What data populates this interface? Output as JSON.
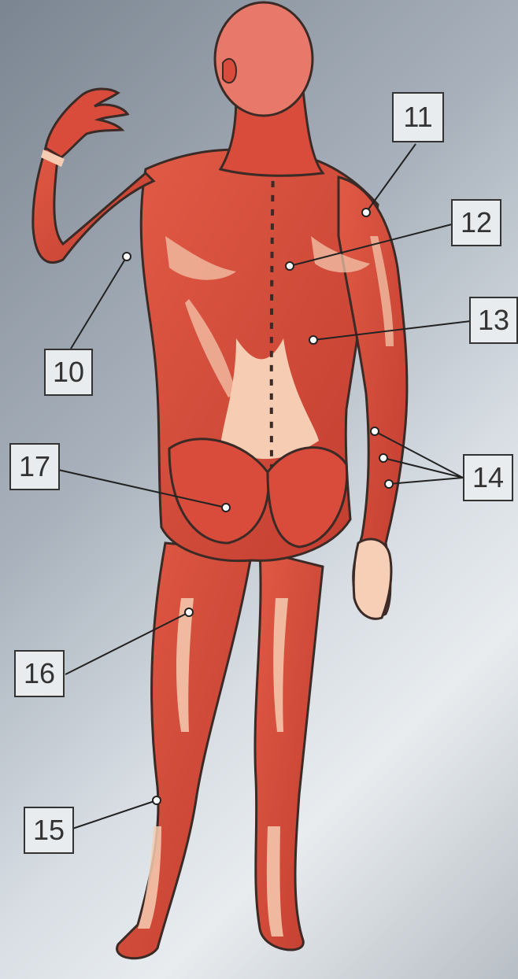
{
  "figure": {
    "subject": "posterior view of human muscular system",
    "colors": {
      "muscle": "#d94c3b",
      "muscle_dark": "#b8352a",
      "tendon": "#f6cdb2",
      "skin": "#f7cfb6",
      "outline": "#3b2a26",
      "label_bg": "#e8ecef",
      "label_border": "#333333",
      "leader": "#222222",
      "point": "#ffffff"
    }
  },
  "labels": [
    {
      "id": "10",
      "text": "10"
    },
    {
      "id": "11",
      "text": "11"
    },
    {
      "id": "12",
      "text": "12"
    },
    {
      "id": "13",
      "text": "13"
    },
    {
      "id": "14",
      "text": "14"
    },
    {
      "id": "15",
      "text": "15"
    },
    {
      "id": "16",
      "text": "16"
    },
    {
      "id": "17",
      "text": "17"
    }
  ]
}
